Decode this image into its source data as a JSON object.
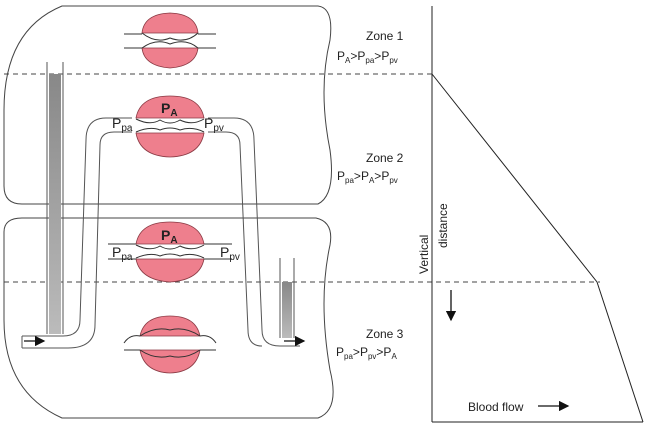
{
  "zones": [
    {
      "title": "Zone 1",
      "relation": {
        "a": "A",
        "b": "pa",
        "c": "pv"
      }
    },
    {
      "title": "Zone 2",
      "relation": {
        "a": "pa",
        "b": "A",
        "c": "pv"
      }
    },
    {
      "title": "Zone 3",
      "relation": {
        "a": "pa",
        "b": "pv",
        "c": "A"
      }
    }
  ],
  "pressure_labels": {
    "P": "P",
    "A": "A",
    "pa": "pa",
    "pv": "pv"
  },
  "axis": {
    "vertical_label": "Vertical",
    "distance_label": "distance",
    "blood_flow_label": "Blood flow"
  },
  "colors": {
    "alveolus_fill": "#ee7f8d",
    "alveolus_stroke": "#8a3a44",
    "manometer_fill": "#9a9a9a",
    "line": "#333333"
  },
  "icons": [
    "right-arrow-icon",
    "down-arrow-icon"
  ]
}
